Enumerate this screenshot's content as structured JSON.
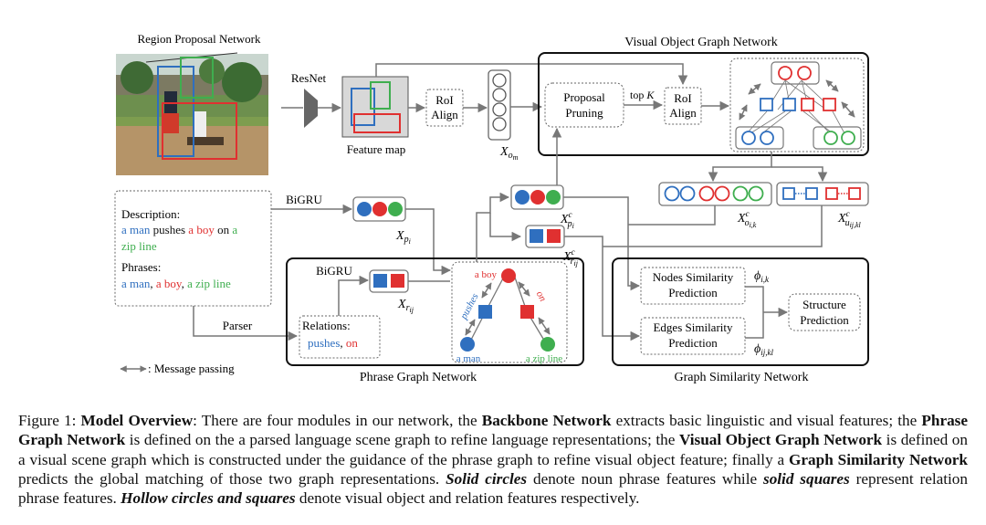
{
  "colors": {
    "blue": "#2f6fbf",
    "red": "#e03030",
    "green": "#3fae4f",
    "line": "#777777",
    "box": "#111111"
  },
  "figure": {
    "rpn_title": "Region Proposal Network",
    "resnet_label": "ResNet",
    "feature_map_label": "Feature map",
    "roi_align_label_1": "RoI",
    "roi_align_label_2": "Align",
    "x_om_label": "X",
    "x_om_sub": "o",
    "x_om_subsub": "m",
    "vogn_title": "Visual Object Graph Network",
    "proposal_pruning_1": "Proposal",
    "proposal_pruning_2": "Pruning",
    "topk_label": "top",
    "topk_k": "K",
    "description_heading": "Description:",
    "description_words": [
      {
        "text": "a man",
        "color": "blue"
      },
      {
        "text": " pushes ",
        "color": "black"
      },
      {
        "text": "a boy",
        "color": "red"
      },
      {
        "text": " on ",
        "color": "black"
      },
      {
        "text": "a",
        "color": "green"
      }
    ],
    "description_line2": "zip line",
    "phrases_heading": "Phrases:",
    "phrases": [
      {
        "text": "a man",
        "color": "blue"
      },
      {
        "text": "a boy",
        "color": "red"
      },
      {
        "text": "a zip line",
        "color": "green"
      }
    ],
    "bigru_label_1": "BiGRU",
    "bigru_label_2": "BiGRU",
    "x_pi_label": "X",
    "x_pi_sub": "p",
    "x_pi_subsub": "i",
    "x_rij_label": "X",
    "x_rij_sub": "r",
    "x_rij_subsub": "ij",
    "parser_label": "Parser",
    "relations_heading": "Relations:",
    "relations": [
      {
        "text": "pushes",
        "color": "blue"
      },
      {
        "text": "on",
        "color": "red"
      }
    ],
    "pgn_title": "Phrase Graph Network",
    "graph_nodes": {
      "boy": "a boy",
      "man": "a man",
      "zip": "a zip line",
      "pushes": "pushes",
      "on": "on"
    },
    "xc_pi_label": "X",
    "xc_pi_sup": "c",
    "xc_pi_sub": "p",
    "xc_pi_subsub": "i",
    "xc_rij_label": "X",
    "xc_rij_sup": "c",
    "xc_rij_sub": "r",
    "xc_rij_subsub": "ij",
    "xc_oik_label": "X",
    "xc_oik_sup": "c",
    "xc_oik_sub": "o",
    "xc_oik_subsub": "i,k",
    "xc_uijkl_label": "X",
    "xc_uijkl_sup": "c",
    "xc_uijkl_sub": "u",
    "xc_uijkl_subsub": "ij,kl",
    "nodes_sim_1": "Nodes Similarity",
    "nodes_sim_2": "Prediction",
    "edges_sim_1": "Edges Similarity",
    "edges_sim_2": "Prediction",
    "structure_1": "Structure",
    "structure_2": "Prediction",
    "phi_ik": "ϕ",
    "phi_ik_sub": "i,k",
    "phi_ijkl": "ϕ",
    "phi_ijkl_sub": "ij,kl",
    "gsn_title": "Graph Similarity Network",
    "legend_label": ": Message passing"
  },
  "caption": {
    "label": "Figure 1: ",
    "segments": [
      {
        "t": "Model Overview",
        "s": "b"
      },
      {
        "t": ": There are four modules in our network, the ",
        "s": "n"
      },
      {
        "t": "Backbone Network",
        "s": "b"
      },
      {
        "t": " extracts basic linguistic and visual features; the ",
        "s": "n"
      },
      {
        "t": "Phrase Graph Network",
        "s": "b"
      },
      {
        "t": " is defined on the a parsed language scene graph to refine language representations; the ",
        "s": "n"
      },
      {
        "t": "Visual Object Graph Network",
        "s": "b"
      },
      {
        "t": " is defined on a visual scene graph which is constructed under the guidance of the phrase graph to refine visual object feature; finally a ",
        "s": "n"
      },
      {
        "t": "Graph Similarity Network",
        "s": "b"
      },
      {
        "t": " predicts the global matching of those two graph representations. ",
        "s": "n"
      },
      {
        "t": "Solid circles",
        "s": "bi"
      },
      {
        "t": " denote noun phrase features while ",
        "s": "n"
      },
      {
        "t": "solid squares",
        "s": "bi"
      },
      {
        "t": " represent relation phrase features. ",
        "s": "n"
      },
      {
        "t": "Hollow circles and squares",
        "s": "bi"
      },
      {
        "t": " denote visual object and relation features respectively.",
        "s": "n"
      }
    ]
  }
}
